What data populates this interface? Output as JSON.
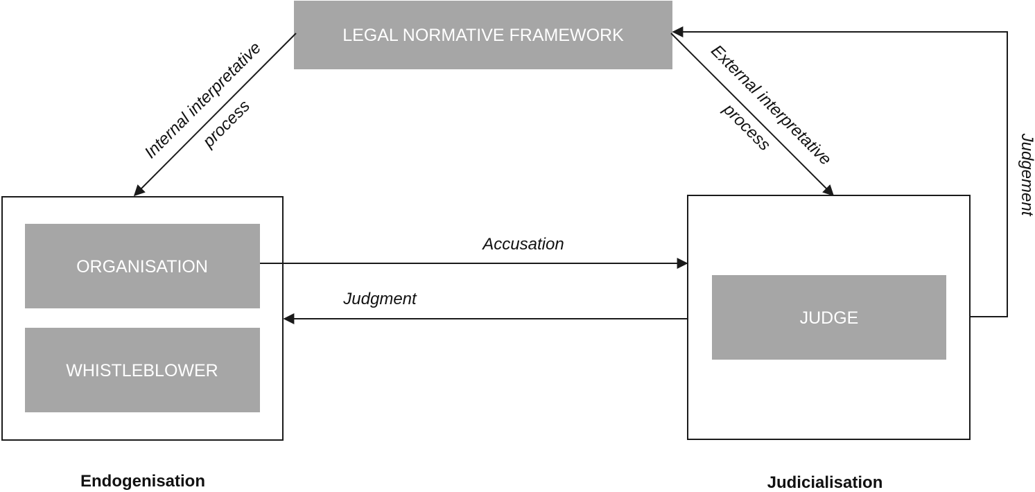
{
  "boxes": {
    "legal_framework": "LEGAL NORMATIVE FRAMEWORK",
    "organisation": "ORGANISATION",
    "whistleblower": "WHISTLEBLOWER",
    "judge": "JUDGE"
  },
  "edges": {
    "internal_line1": "Internal interpretative",
    "internal_line2": "process",
    "external_line1": "External interpretative",
    "external_line2": "process",
    "accusation": "Accusation",
    "judgment": "Judgment",
    "judgement": "Judgement"
  },
  "groups": {
    "left": "Endogenisation",
    "right": "Judicialisation"
  },
  "colors": {
    "box_fill": "#a6a6a6",
    "line": "#1a1a1a",
    "text_on_box": "#ffffff"
  }
}
